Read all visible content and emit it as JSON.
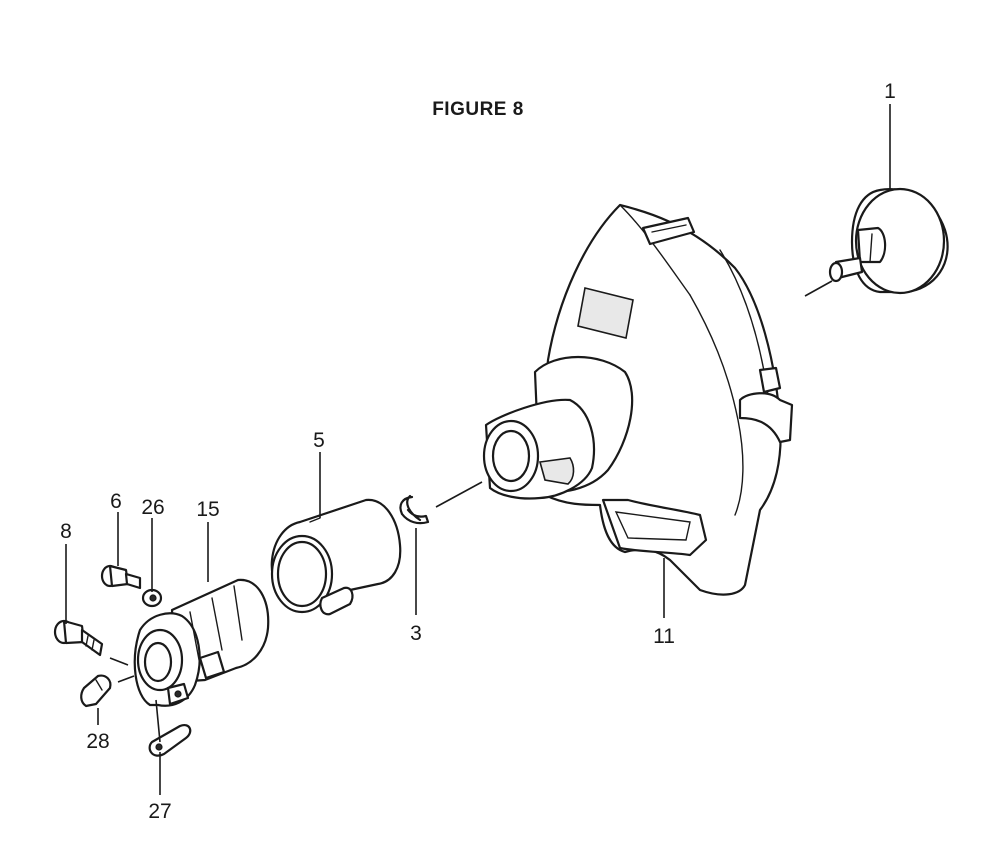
{
  "figure": {
    "title": "FIGURE  8"
  },
  "callouts": [
    {
      "id": "1",
      "label": "1"
    },
    {
      "id": "3",
      "label": "3"
    },
    {
      "id": "5",
      "label": "5"
    },
    {
      "id": "6",
      "label": "6"
    },
    {
      "id": "8",
      "label": "8"
    },
    {
      "id": "11",
      "label": "11"
    },
    {
      "id": "15",
      "label": "15"
    },
    {
      "id": "26",
      "label": "26"
    },
    {
      "id": "27",
      "label": "27"
    },
    {
      "id": "28",
      "label": "28"
    }
  ]
}
